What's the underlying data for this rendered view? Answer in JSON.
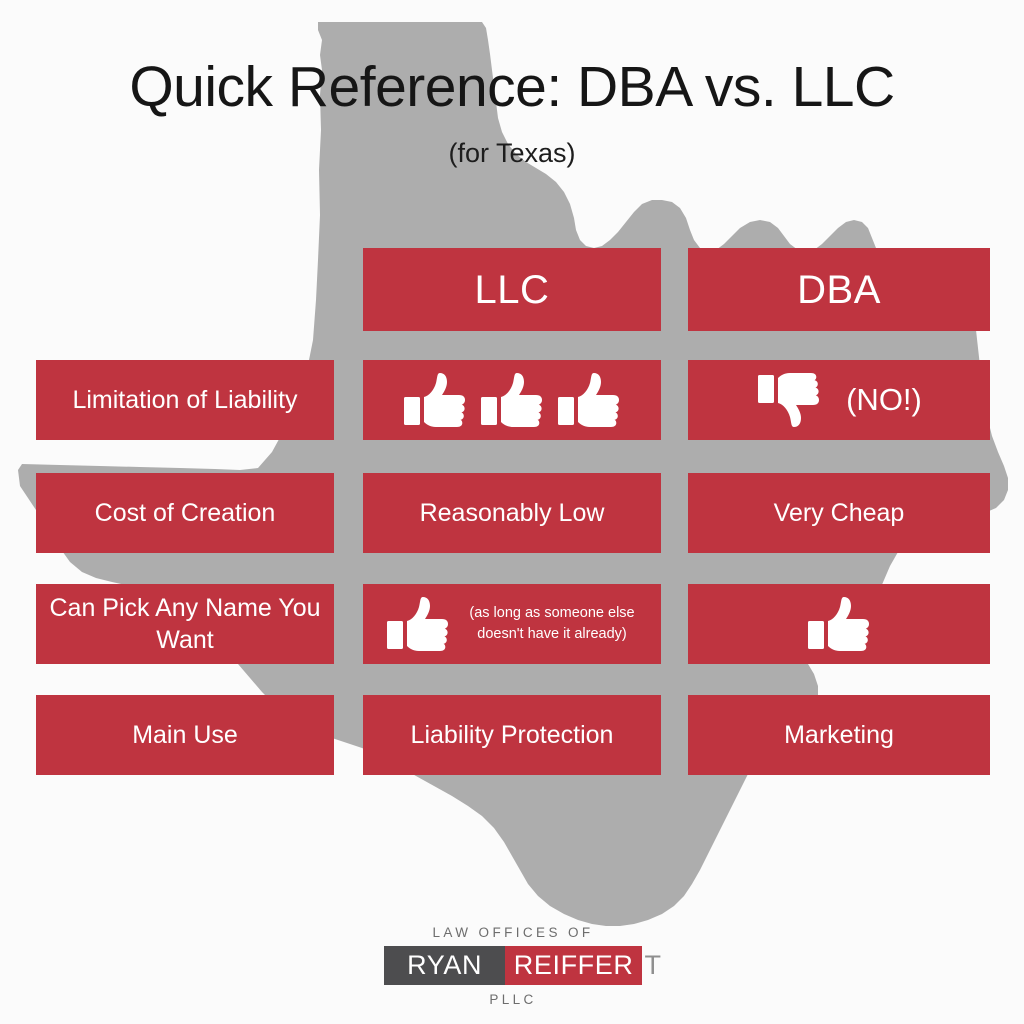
{
  "theme": {
    "red": "#bf3440",
    "gray_map": "#adadad",
    "background": "#fbfbfb",
    "dark_gray": "#4d4d4f",
    "white": "#ffffff"
  },
  "header": {
    "title": "Quick Reference: DBA vs. LLC",
    "subtitle": "(for Texas)"
  },
  "table": {
    "corner": "",
    "columns": [
      "LLC",
      "DBA"
    ],
    "rows": [
      {
        "label": "Limitation of Liability",
        "llc": {
          "type": "icons",
          "icon": "thumbs-up-icon",
          "count": 3,
          "text": ""
        },
        "dba": {
          "type": "icon-text",
          "icon": "thumbs-down-icon",
          "count": 1,
          "text": "(NO!)"
        }
      },
      {
        "label": "Cost of Creation",
        "llc": {
          "type": "text",
          "icon": "",
          "count": 0,
          "text": "Reasonably Low"
        },
        "dba": {
          "type": "text",
          "icon": "",
          "count": 0,
          "text": "Very Cheap"
        }
      },
      {
        "label": "Can Pick Any Name You Want",
        "llc": {
          "type": "icon-note",
          "icon": "thumbs-up-icon",
          "count": 1,
          "text": "(as long as someone else doesn't have it already)"
        },
        "dba": {
          "type": "icons",
          "icon": "thumbs-up-icon",
          "count": 1,
          "text": ""
        }
      },
      {
        "label": "Main Use",
        "llc": {
          "type": "text",
          "icon": "",
          "count": 0,
          "text": "Liability Protection"
        },
        "dba": {
          "type": "text",
          "icon": "",
          "count": 0,
          "text": "Marketing"
        }
      }
    ]
  },
  "logo": {
    "top_line": "LAW OFFICES OF",
    "name_left": "RYAN",
    "name_right": "REIFFER",
    "name_tail": "T",
    "bottom_line": "PLLC"
  }
}
